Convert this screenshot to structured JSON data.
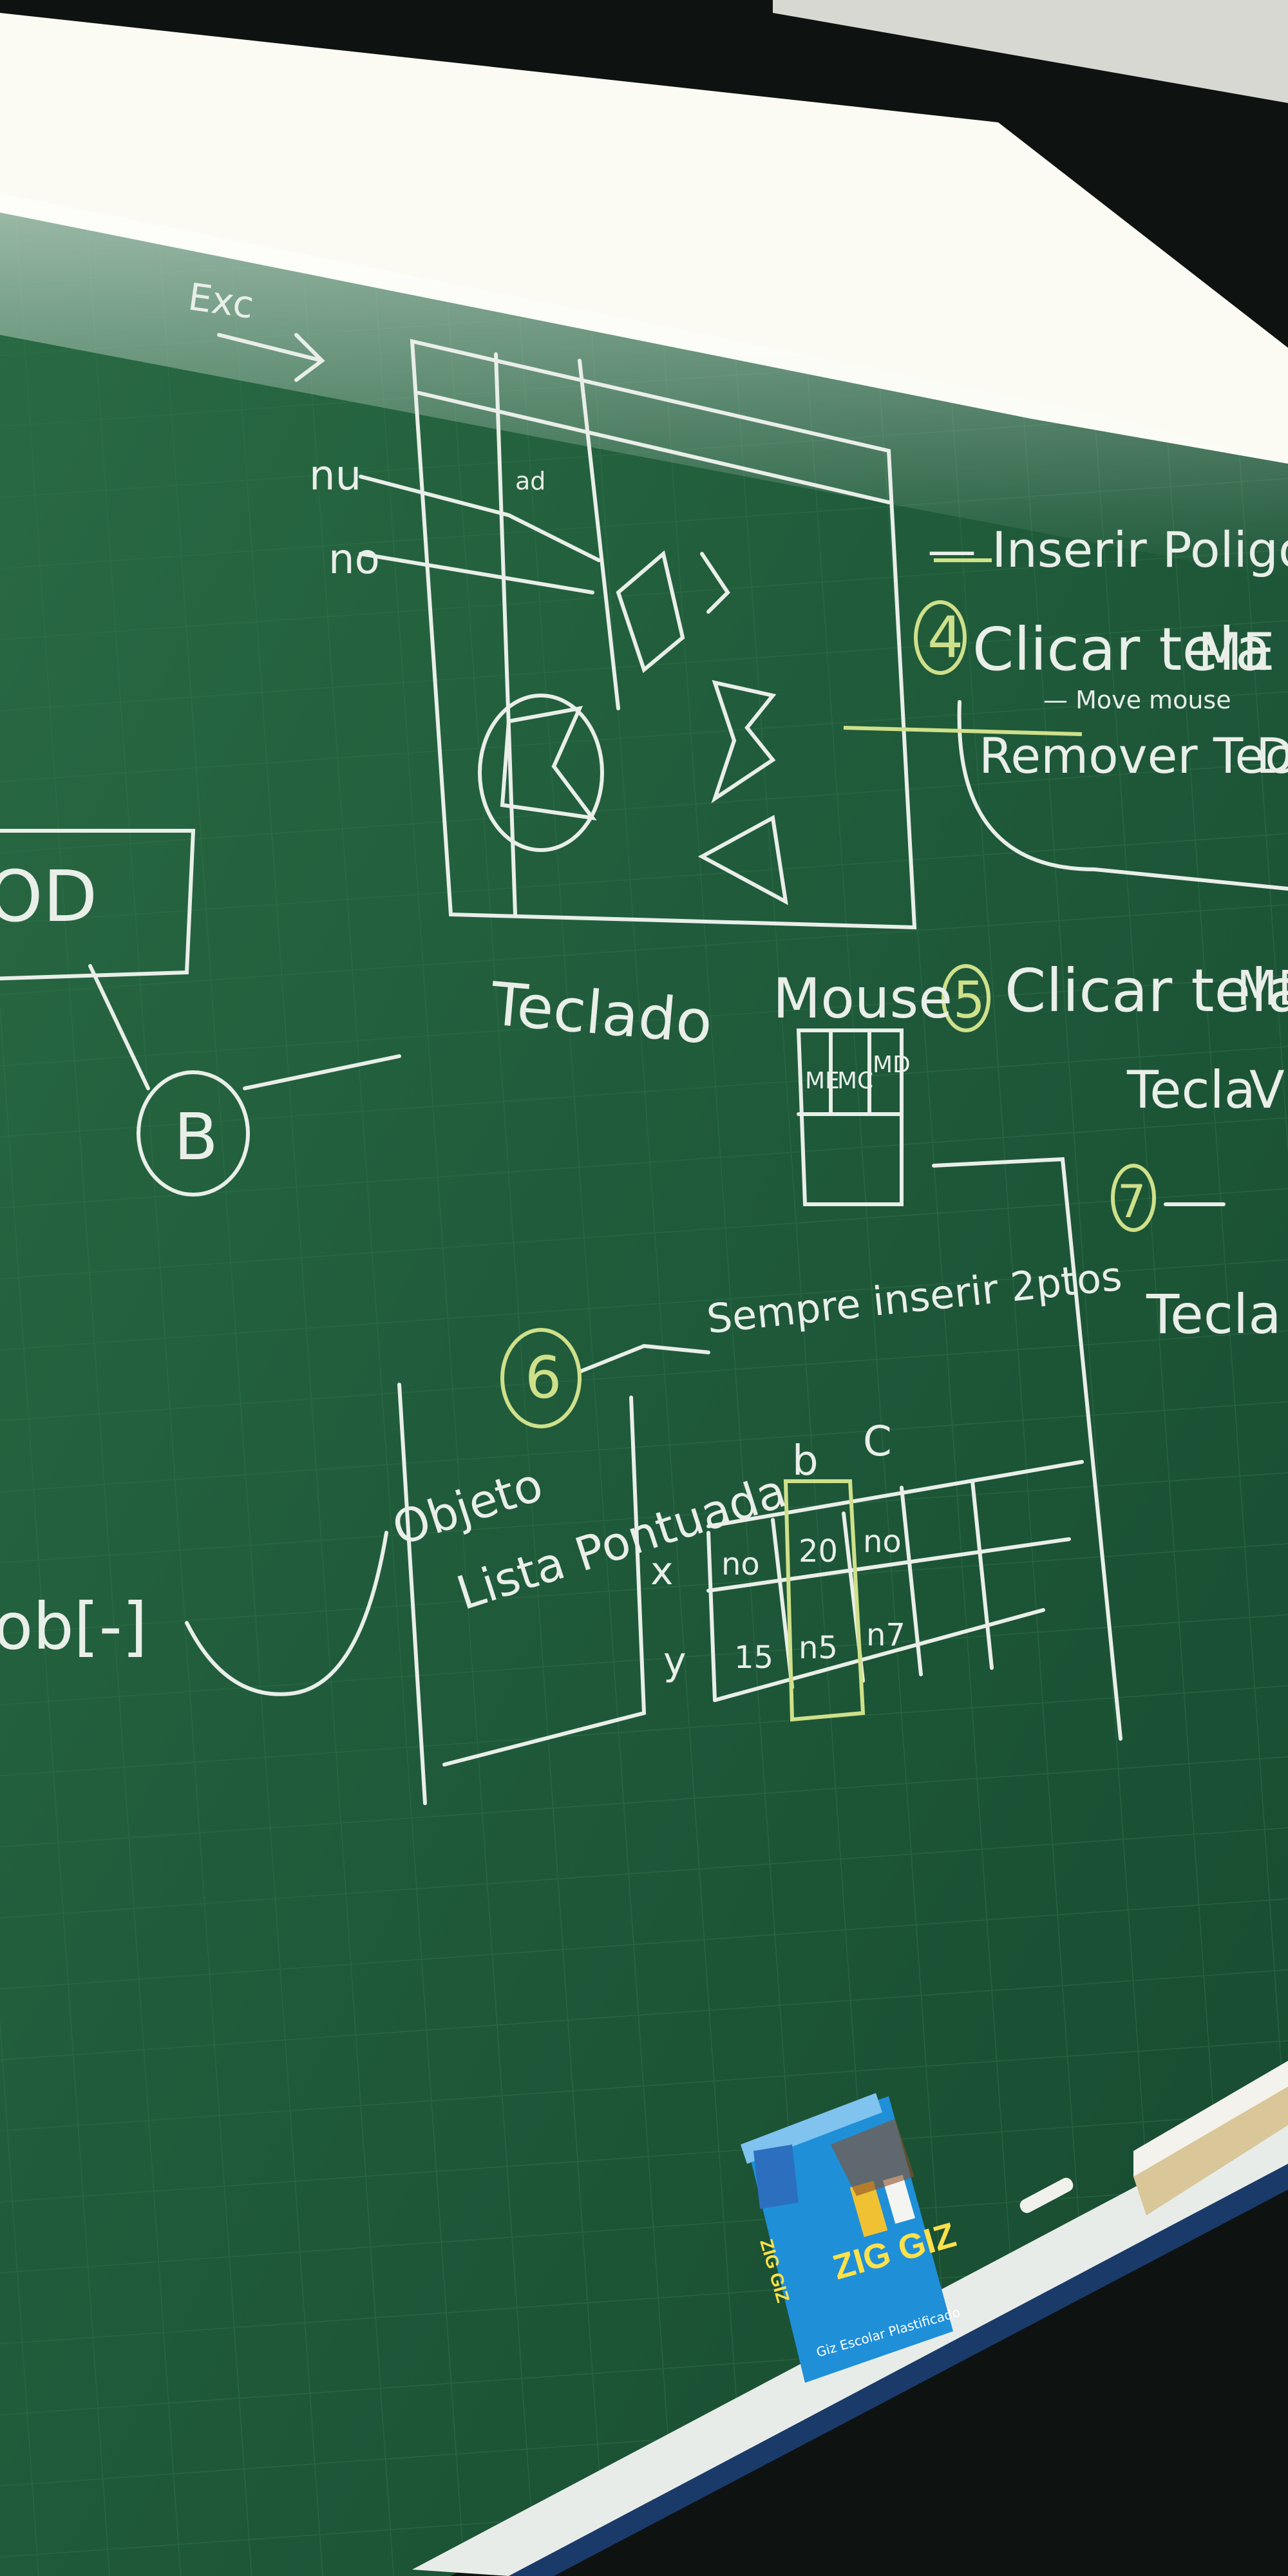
{
  "board": {
    "colors": {
      "board": "#1f5a3a",
      "chalk": "#e9eee8",
      "chalk_yellow": "#cfe08a",
      "light": "#fbfbf4",
      "ceiling": "#101413",
      "ledge": "#e8ece9",
      "box_blue": "#1f8fd8"
    },
    "texts": {
      "exc": "Exc",
      "nu": "nu",
      "no": "no",
      "ad": "ad",
      "teclado": "Teclado",
      "mouse": "Mouse",
      "mouse_table_1": "ME",
      "mouse_table_2": "MC",
      "mouse_table_3": "MD",
      "od": "OD",
      "b": "B",
      "inserir_poligono": "— Inserir Poligono",
      "step4": "4",
      "clicar_tela_me": "Clicar tela",
      "me": "ME",
      "move_mouse": "— Move mouse",
      "remover_tecla": "Remover Tecla",
      "d": "D",
      "step5": "5",
      "clicar_tela_md": "Clicar tela",
      "md": "MD",
      "tecla_v_label": "Tecla",
      "v": "V",
      "step7": "7",
      "tecla_bottom": "Tecla",
      "step6": "6",
      "sempre_inserir": "Sempre inserir 2ptos",
      "objeto": "Objeto",
      "lista_pontuada": "Lista Pontuada",
      "ob_rows": "ob[-]",
      "col_b": "b",
      "col_c": "C",
      "row_x": "x",
      "row_y": "y",
      "cell_x1": "no",
      "cell_x2": "20",
      "cell_x3": "no",
      "cell_y1": "15",
      "cell_y2": "n5",
      "cell_y3": "n7"
    },
    "chalk_box": {
      "brand": "ZIG GIZ",
      "brand_side": "ZIG GIZ",
      "product": "Giz Escolar Plastificado"
    }
  }
}
